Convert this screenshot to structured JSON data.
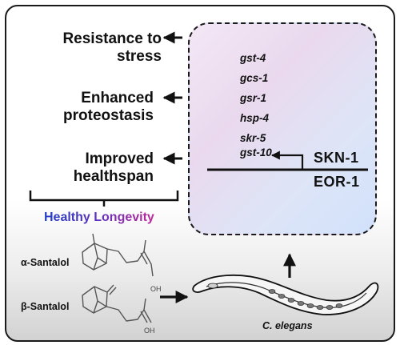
{
  "outcomes": {
    "stress": "Resistance to\nstress",
    "proteostasis": "Enhanced\nproteostasis",
    "healthspan": "Improved\nhealthspan"
  },
  "genes": [
    "gst-4",
    "gcs-1",
    "gsr-1",
    "hsp-4",
    "skr-5",
    "gst-10"
  ],
  "transcription_factors": {
    "skn1": "SKN-1",
    "eor1": "EOR-1"
  },
  "summary_label": "Healthy Longevity",
  "compounds": {
    "alpha": "α-Santalol",
    "beta": "β-Santalol"
  },
  "hydroxyl_label": "OH",
  "organism": "C. elegans",
  "colors": {
    "longevity_start": "#2340c8",
    "longevity_end": "#c0289a",
    "box_fill": "#e6dff2"
  }
}
